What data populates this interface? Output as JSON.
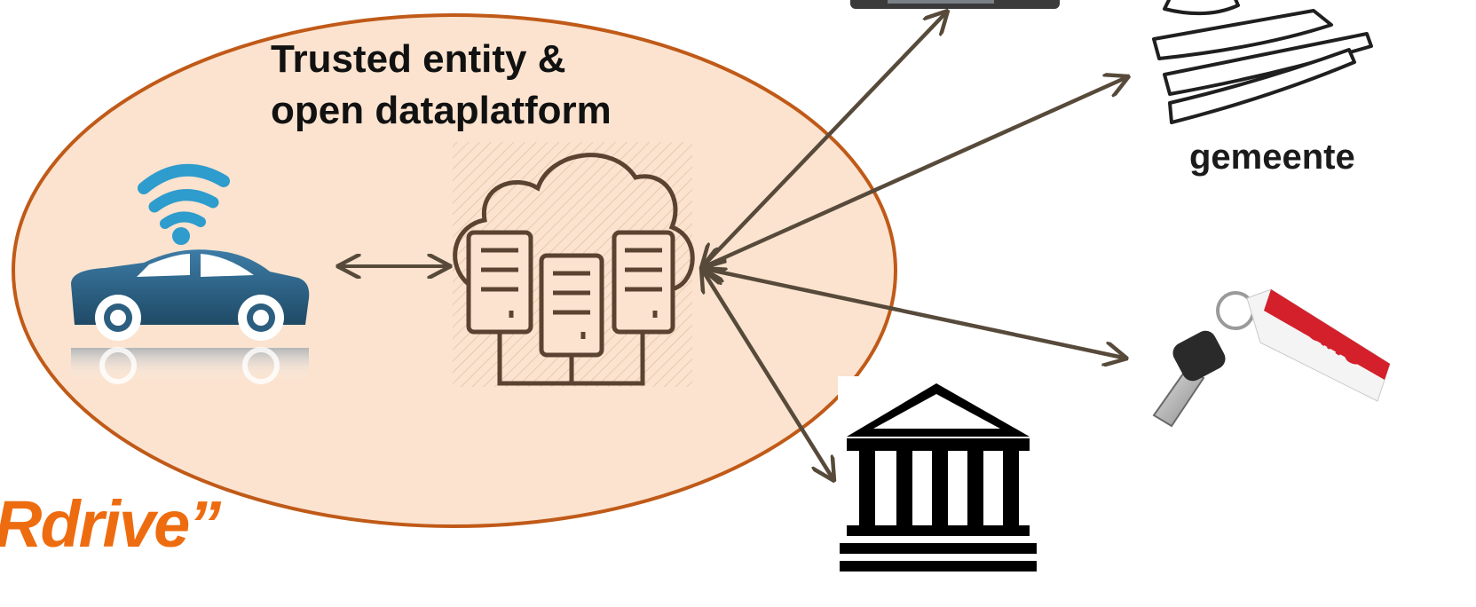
{
  "platform": {
    "title_line1": "Trusted entity &",
    "title_line2": "open dataplatform"
  },
  "brand": {
    "text": "Rdrive”"
  },
  "stakeholders": {
    "municipality_label": "gemeente",
    "leasing_label": "LEASING"
  },
  "icons": [
    "wifi-icon",
    "car-icon",
    "cloud-server-icon",
    "municipality-logo-icon",
    "car-key-leasing-icon",
    "bank-building-icon",
    "top-image-icon"
  ],
  "colors": {
    "ellipse_fill": "#fbe3cf",
    "ellipse_stroke": "#c05a18",
    "arrow": "#574a3a",
    "server": "#5b4332",
    "car": "#2c5e80",
    "wifi": "#2e9ccc",
    "brand": "#ee6c10",
    "leasing_tag": "#d3202a"
  }
}
